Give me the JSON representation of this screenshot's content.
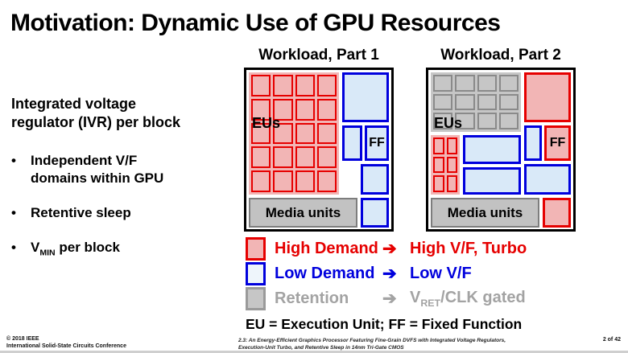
{
  "colors": {
    "high_demand_red": "#e60000",
    "high_demand_fill": "#f2b5b5",
    "low_demand_blue": "#0000dd",
    "low_demand_fill": "#d9e9f8",
    "retention_gray_text": "#a3a3a3",
    "retention_fill": "#c6c6c6"
  },
  "title": "Motivation: Dynamic Use of GPU Resources",
  "left_panel": {
    "heading": "Integrated voltage\nregulator (IVR) per block",
    "bullet1": "Independent V/F\ndomains within GPU",
    "bullet2": "Retentive sleep",
    "bullet3_pre": "V",
    "bullet3_sub": "MIN",
    "bullet3_post": " per block"
  },
  "diagrams": {
    "part1": {
      "title": "Workload, Part 1",
      "eu_label": "EUs",
      "ff_label": "FF",
      "media_label": "Media units"
    },
    "part2": {
      "title": "Workload, Part 2",
      "eu_label": "EUs",
      "ff_label": "FF",
      "media_label": "Media units"
    }
  },
  "legend": {
    "rows": [
      {
        "label": "High Demand",
        "arrow": "➔",
        "result": "High V/F, Turbo"
      },
      {
        "label": "Low Demand",
        "arrow": "➔",
        "result": "Low V/F"
      },
      {
        "label": "Retention",
        "arrow": "➔",
        "result_pre": "V",
        "result_sub": "RET",
        "result_post": "/CLK gated"
      }
    ],
    "abbrev": "EU = Execution Unit; FF = Fixed Function"
  },
  "footer": {
    "copyright_line1": "© 2018 IEEE",
    "copyright_line2": "International Solid-State Circuits Conference",
    "citation": "2.3: An Energy-Efficient Graphics Processor Featuring Fine-Grain DVFS with Integrated Voltage Regulators, Execution-Unit Turbo, and Retentive Sleep in 14nm Tri-Gate CMOS",
    "page_indicator": "2 of 42"
  }
}
